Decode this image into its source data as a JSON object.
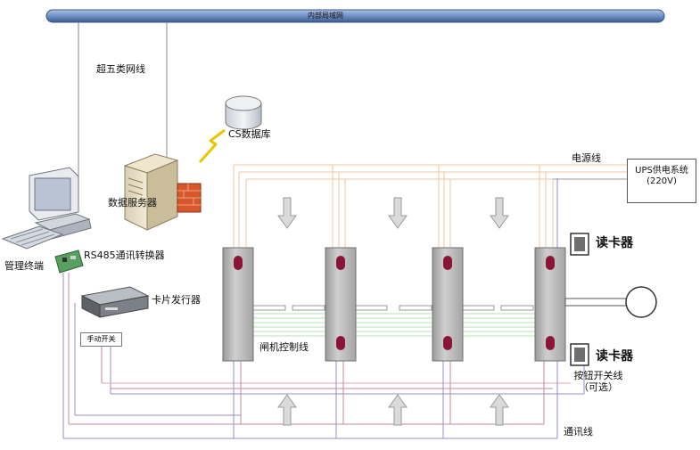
{
  "network": {
    "label": "内部局域网"
  },
  "cable": {
    "label": "超五类网线"
  },
  "database": {
    "label": "CS数据库"
  },
  "server": {
    "label": "数据服务器"
  },
  "terminal": {
    "label": "管理终端"
  },
  "converter": {
    "label": "RS485通讯转换器"
  },
  "card_issuer": {
    "label": "卡片发行器"
  },
  "manual_switch": {
    "label": "手动开关"
  },
  "power_line": {
    "label": "电源线"
  },
  "ups": {
    "line1": "UPS供电系统",
    "line2": "(220V)"
  },
  "card_reader_top": {
    "label": "读卡器"
  },
  "card_reader_bottom": {
    "label": "读卡器"
  },
  "gate_control": {
    "label": "闸机控制线"
  },
  "button_switch": {
    "line1": "按钮开关线",
    "line2": "（可选）"
  },
  "comm_line": {
    "label": "通讯线"
  },
  "colors": {
    "bus": "#5a76a3",
    "power": "#e8c39a",
    "control": "#9b8fc7",
    "gate_light": "#b9e3b5",
    "pillar": "#b9b9b9",
    "arrow": "#d8d8d8",
    "bus_pink": "#d7a0b8"
  }
}
